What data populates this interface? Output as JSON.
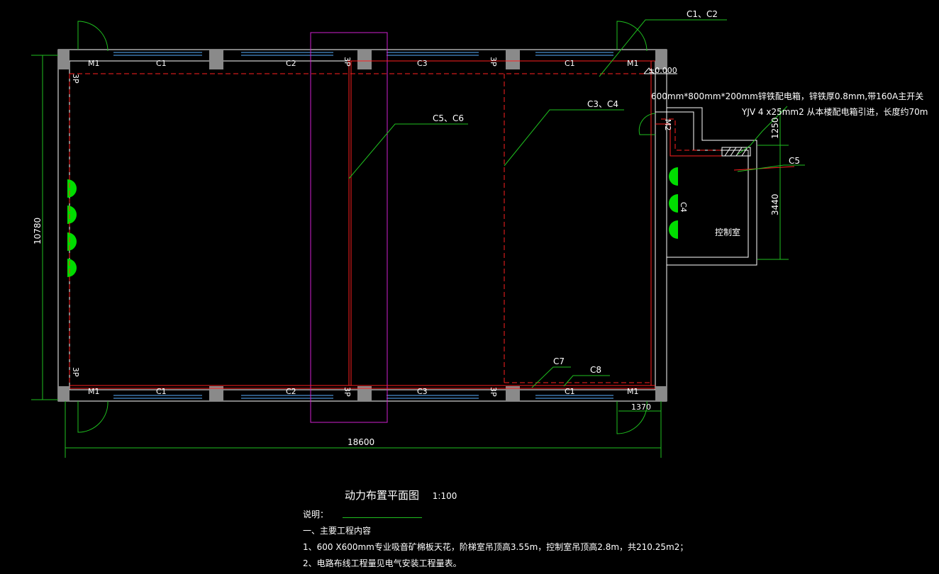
{
  "drawing": {
    "title": "动力布置平面图",
    "scale": "1:100",
    "dimensions": {
      "width": "18600",
      "height": "10780",
      "side_top": "1250",
      "side_bottom": "3440",
      "door_offset": "1370"
    },
    "elevation": "±0.000",
    "room_name": "控制室",
    "callouts": {
      "c1c2": "C1、C2",
      "c3c4": "C3、C4",
      "c5c6": "C5、C6",
      "c5": "C5",
      "c7": "C7",
      "c8": "C8"
    },
    "box_spec_1": "600mm*800mm*200mm锌铁配电箱，锌铁厚0.8mm,带160A主开关",
    "box_spec_2": "YJV 4 x25mm2 从本楼配电箱引进，长度约70m",
    "door_labels": {
      "m1": "M1",
      "m2": "M2"
    },
    "window_labels": {
      "c1": "C1",
      "c2": "C2",
      "c3": "C3",
      "c4": "C4"
    },
    "panel_label": "3P",
    "colors": {
      "wall": "#ffffff",
      "power_line": "#ff2020",
      "dim_line": "#1fbf1f",
      "door": "#1fbf1f",
      "ceiling_grid": "#d020d0",
      "column": "#8a8a8a",
      "socket": "#00dd00"
    }
  },
  "notes": {
    "heading": "说明：",
    "section": "一、主要工程内容",
    "line1": "1、600 X600mm专业吸音矿棉板天花，阶梯室吊顶高3.55m，控制室吊顶高2.8m，共210.25m2；",
    "line2": "2、电路布线工程量见电气安装工程量表。"
  }
}
